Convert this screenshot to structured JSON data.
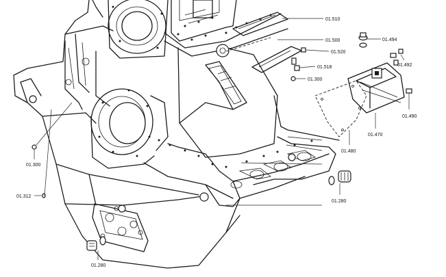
{
  "callouts": [
    {
      "id": "c01510",
      "label": "01.510"
    },
    {
      "id": "c01500",
      "label": "01.500"
    },
    {
      "id": "c01520",
      "label": "01.520"
    },
    {
      "id": "c01518",
      "label": "01.518"
    },
    {
      "id": "c01300a",
      "label": "01.300"
    },
    {
      "id": "c01494",
      "label": "01.494"
    },
    {
      "id": "c01492",
      "label": "01.492"
    },
    {
      "id": "c01490",
      "label": "01.490"
    },
    {
      "id": "c01470",
      "label": "01.470"
    },
    {
      "id": "c01480",
      "label": "01.480"
    },
    {
      "id": "c01300b",
      "label": "01.300"
    },
    {
      "id": "c01312",
      "label": "01.312"
    },
    {
      "id": "c01280a",
      "label": "01.280"
    },
    {
      "id": "c01280b",
      "label": "01.280"
    }
  ]
}
